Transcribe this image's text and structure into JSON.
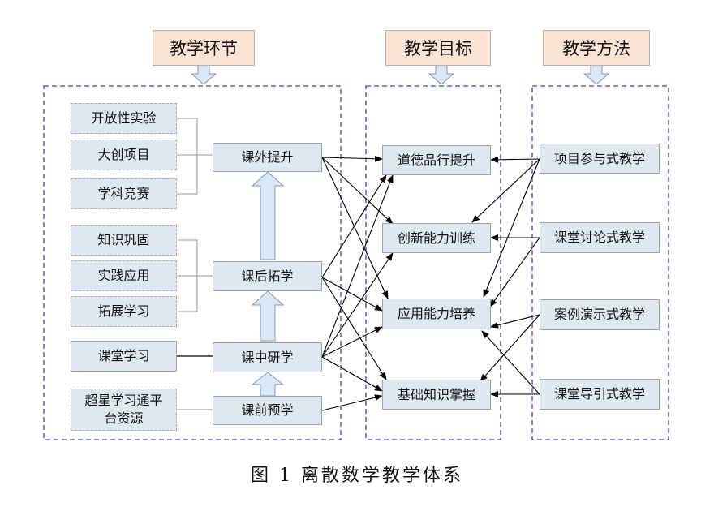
{
  "headers": {
    "steps": "教学环节",
    "goals": "教学目标",
    "methods": "教学方法"
  },
  "sources": {
    "open_experiment": "开放性实验",
    "innovation_project": "大创项目",
    "subject_competition": "学科竞赛",
    "knowledge_consolidation": "知识巩固",
    "practice_application": "实践应用",
    "extended_learning": "拓展学习",
    "classroom_learning": "课堂学习",
    "chaoxing_platform": "超星学习通平台资源"
  },
  "steps": {
    "pre_class": "课前预学",
    "in_class": "课中研学",
    "after_class": "课后拓学",
    "extracurricular": "课外提升"
  },
  "goals": {
    "moral": "道德品行提升",
    "innovation": "创新能力训练",
    "application": "应用能力培养",
    "foundation": "基础知识掌握"
  },
  "methods": {
    "project": "项目参与式教学",
    "discussion": "课堂讨论式教学",
    "case": "案例演示式教学",
    "guided": "课堂导引式教学"
  },
  "caption": "图 1  离散数学教学体系"
}
